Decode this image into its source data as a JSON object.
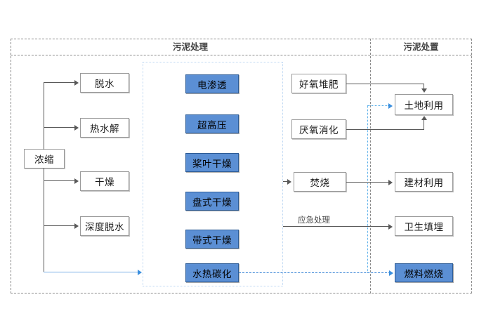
{
  "diagram": {
    "title_treatment": "污泥处理",
    "title_disposal": "污泥处置",
    "colors": {
      "blue_fill": "#5b8fd4",
      "blue_border": "#2d5c96",
      "frame_dash": "#8a8a8a",
      "connector": "#595959",
      "blue_connector": "#4aa8e8"
    },
    "nodes": {
      "source": {
        "label": "浓缩"
      },
      "pretreatment": [
        {
          "label": "脱水"
        },
        {
          "label": "热水解"
        },
        {
          "label": "干燥"
        },
        {
          "label": "深度脱水"
        }
      ],
      "technologies": [
        {
          "label": "电渗透"
        },
        {
          "label": "超高压"
        },
        {
          "label": "桨叶干燥"
        },
        {
          "label": "盘式干燥"
        },
        {
          "label": "带式干燥"
        },
        {
          "label": "水热碳化"
        }
      ],
      "processes": [
        {
          "label": "好氧堆肥"
        },
        {
          "label": "厌氧消化"
        },
        {
          "label": "焚烧"
        }
      ],
      "outcomes": [
        {
          "label": "土地利用"
        },
        {
          "label": "建材利用"
        },
        {
          "label": "卫生填埋"
        },
        {
          "label": "燃料燃烧"
        }
      ]
    },
    "edge_labels": {
      "emergency": "应急处理"
    }
  }
}
